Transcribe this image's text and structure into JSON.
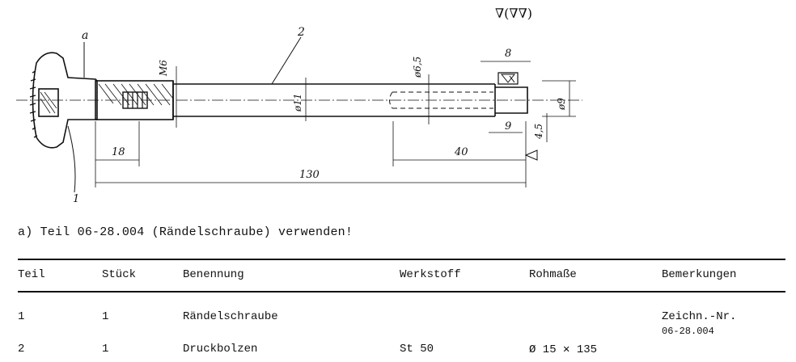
{
  "drawing": {
    "callout_a": "a",
    "callout_2": "2",
    "callout_1": "1",
    "surface_symbol": "∇(∇∇)",
    "dim_m6": "M6",
    "dim_d11": "ø11",
    "dim_d6_5": "ø6,5",
    "dim_d9": "ø9",
    "dim_8": "8",
    "dim_9": "9",
    "dim_4_5": "4,5",
    "dim_18": "18",
    "dim_40": "40",
    "dim_130": "130"
  },
  "note": "a) Teil 06-28.004 (Rändelschraube) verwenden!",
  "table": {
    "headers": [
      "Teil",
      "Stück",
      "Benennung",
      "Werkstoff",
      "Rohmaße",
      "Bemerkungen"
    ],
    "rows": [
      {
        "teil": "1",
        "stueck": "1",
        "benennung": "Rändelschraube",
        "werkstoff": "",
        "rohmasse": "",
        "bemerkung1": "Zeichn.-Nr.",
        "bemerkung2": "06-28.004"
      },
      {
        "teil": "2",
        "stueck": "1",
        "benennung": "Druckbolzen",
        "werkstoff": "St 50",
        "rohmasse": "Ø 15 ✕ 135",
        "bemerkung1": "",
        "bemerkung2": ""
      }
    ]
  }
}
